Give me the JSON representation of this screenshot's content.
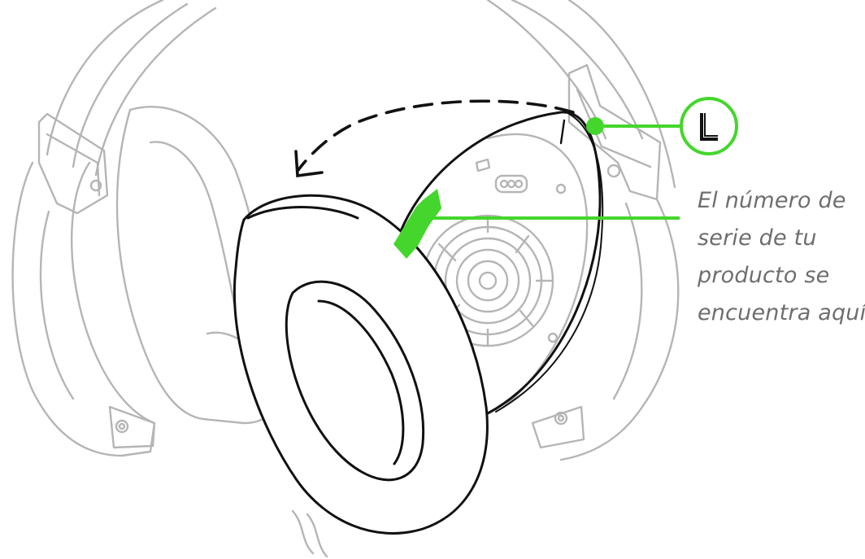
{
  "side_badge": {
    "letter": "L",
    "meaning": "left-earcup-indicator"
  },
  "serial_callout": {
    "lines": [
      "El número de",
      "serie de tu",
      "producto se",
      "encuentra aquí."
    ]
  },
  "colors": {
    "accent_green": "#44d62c",
    "outline_gray": "#b5b5b5",
    "line_black": "#111111",
    "text_gray": "#6d6e70"
  },
  "icons": {
    "badge": "letter-l-badge-icon",
    "arrow": "curved-dashed-arrow-icon"
  }
}
